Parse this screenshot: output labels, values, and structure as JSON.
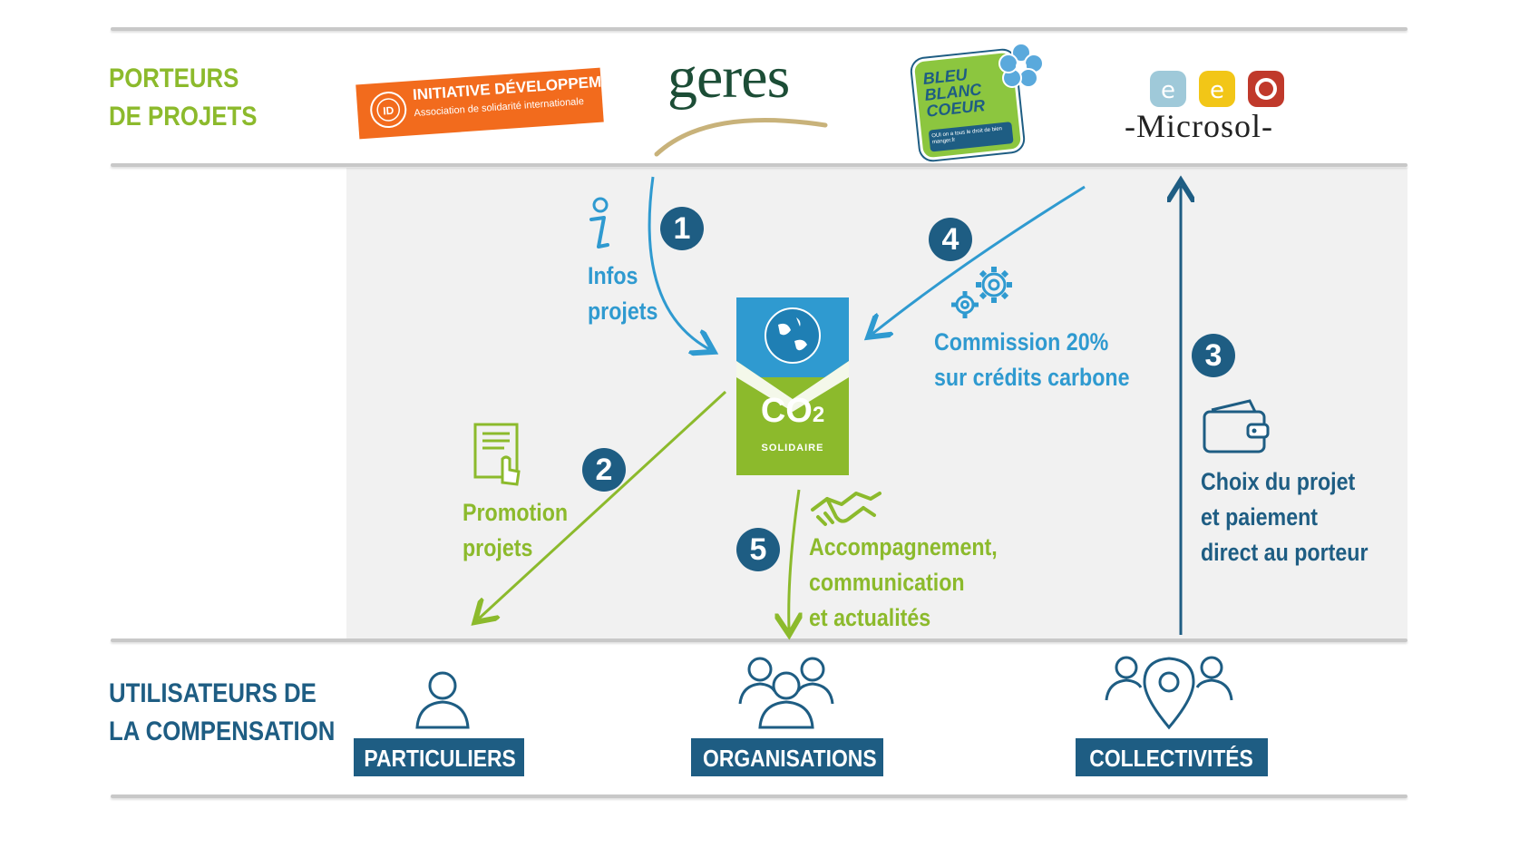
{
  "sections": {
    "top_title_line1": "PORTEURS",
    "top_title_line2": "DE PROJETS",
    "bottom_title_line1": "UTILISATEURS DE",
    "bottom_title_line2": "LA COMPENSATION"
  },
  "project_holders": {
    "initiative": {
      "title": "INITIATIVE DÉVELOPPEMENT",
      "subtitle": "Association de solidarité internationale",
      "seal": "ID"
    },
    "geres": "geres",
    "bleu_blanc_coeur": {
      "line1": "BLEU",
      "line2": "BLANC",
      "line3": "COEUR",
      "tagline": "OUI on a tous le droit de bien manger.fr"
    },
    "microsol": "-Microsol-"
  },
  "center": {
    "main": "CO",
    "sub_digit": "2",
    "tag": "SOLIDAIRE"
  },
  "steps": [
    {
      "number": "1",
      "line1": "Infos",
      "line2": "projets",
      "icon": "info-icon"
    },
    {
      "number": "2",
      "line1": "Promotion",
      "line2": "projets",
      "icon": "document-hand-icon"
    },
    {
      "number": "3",
      "line1": "Choix du projet",
      "line2": "et paiement",
      "line3": "direct au porteur",
      "icon": "wallet-icon"
    },
    {
      "number": "4",
      "line1": "Commission 20%",
      "line2": "sur crédits carbone",
      "icon": "gears-icon"
    },
    {
      "number": "5",
      "line1": "Accompagnement,",
      "line2": "communication",
      "line3": "et actualités",
      "icon": "handshake-icon"
    }
  ],
  "users": [
    {
      "label": "PARTICULIERS",
      "icon": "person-icon"
    },
    {
      "label": "ORGANISATIONS",
      "icon": "group-icon"
    },
    {
      "label": "COLLECTIVITÉS",
      "icon": "community-location-icon"
    }
  ],
  "colors": {
    "green": "#8cba2c",
    "light_blue": "#2f9ad0",
    "dark_blue": "#1e5d83",
    "orange": "#f26b1d"
  }
}
